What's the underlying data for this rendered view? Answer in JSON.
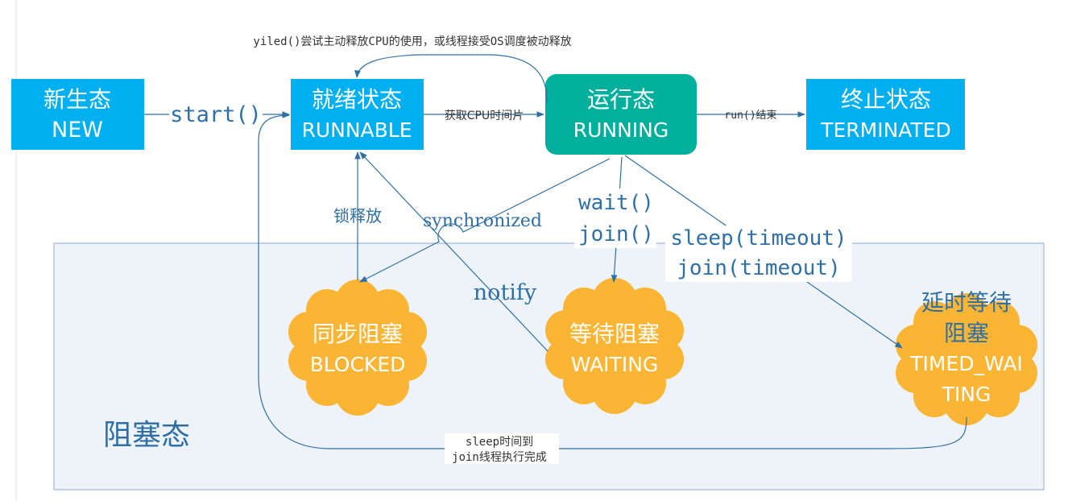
{
  "states": {
    "new": {
      "line1": "新生态",
      "line2": "NEW"
    },
    "runnable": {
      "line1": "就绪状态",
      "line2": "RUNNABLE"
    },
    "running": {
      "line1": "运行态",
      "line2": "RUNNING"
    },
    "terminated": {
      "line1": "终止状态",
      "line2": "TERMINATED"
    },
    "blocked": {
      "line1": "同步阻塞",
      "line2": "BLOCKED"
    },
    "waiting": {
      "line1": "等待阻塞",
      "line2": "WAITING"
    },
    "timed_waiting": {
      "line1": "延时等待",
      "line2": "阻塞",
      "line3": "TIMED_WAI",
      "line4": "TING"
    }
  },
  "region": {
    "label": "阻塞态"
  },
  "edges": {
    "start": "start()",
    "yield": "yiled()尝试主动释放CPU的使用，或线程接受OS调度被动释放",
    "get_cpu": "获取CPU时间片",
    "run_end": "run()结束",
    "lock_release": "锁释放",
    "synchronized": "synchronized",
    "wait": "wait()",
    "join": "join()",
    "notify": "notify",
    "sleep_timeout": "sleep(timeout)",
    "join_timeout": "join(timeout)",
    "sleep_done": "sleep时间到",
    "join_done": "join线程执行完成"
  },
  "colors": {
    "blue_box": "#00b0f0",
    "running_box": "#00b09c",
    "cloud": "#fbb534",
    "region_fill": "#eef3fa",
    "region_border": "#8eaad6",
    "arrow": "#2e6fa6"
  }
}
